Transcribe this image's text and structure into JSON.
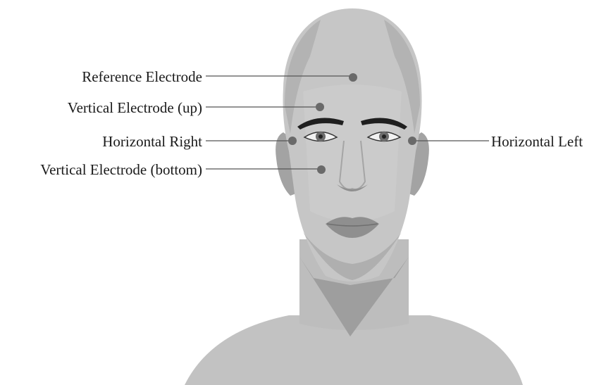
{
  "labels": {
    "reference": "Reference Electrode",
    "vertical_up": "Vertical Electrode (up)",
    "horizontal_right": "Horizontal Right",
    "vertical_bottom": "Vertical Electrode (bottom)",
    "horizontal_left": "Horizontal Left"
  },
  "colors": {
    "background": "#ffffff",
    "skin": "#c4c4c4",
    "skin_light": "#d2d2d2",
    "skin_shadow": "#9e9e9e",
    "hair_shadow": "#a9a9a9",
    "brow": "#1f1f1f",
    "lips": "#8f8f8f",
    "electrode_dot": "#6a6a6a",
    "leader_line": "#555555",
    "text": "#1a1a1a"
  }
}
